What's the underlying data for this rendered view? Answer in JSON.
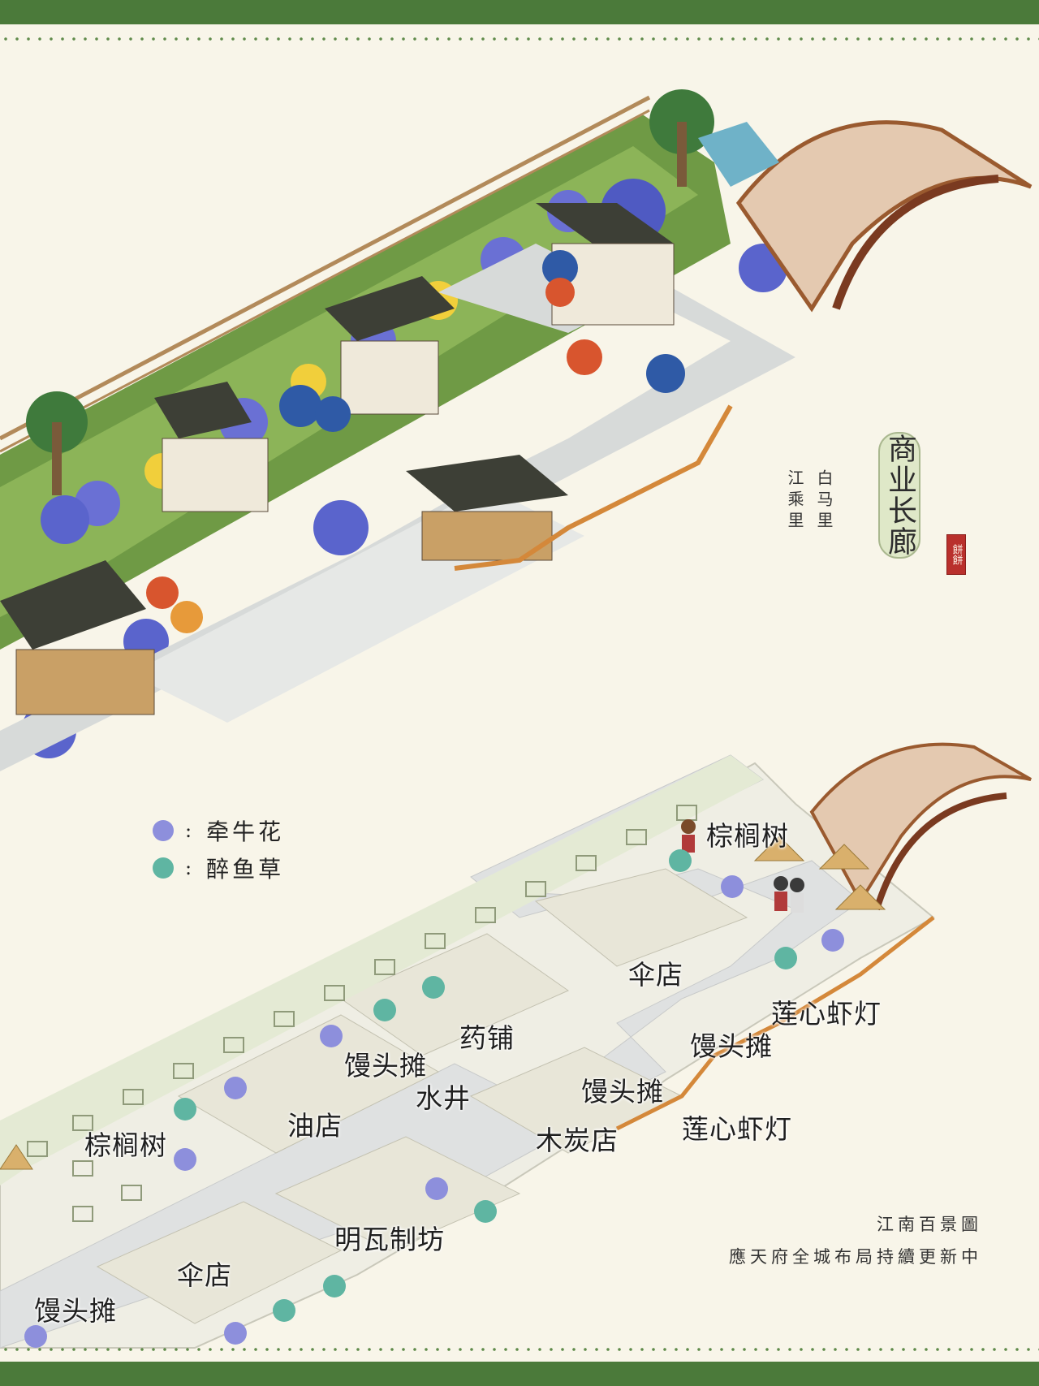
{
  "title": "商业长廊",
  "poem": [
    "白马里",
    "江乘里"
  ],
  "seal": "餅餅",
  "legend": [
    {
      "label": "牵牛花",
      "color": "#8d8fdc"
    },
    {
      "label": "醉鱼草",
      "color": "#5fb5a2"
    }
  ],
  "map_labels": [
    "棕榈树",
    "伞店",
    "莲心虾灯",
    "馒头摊",
    "药铺",
    "馒头摊",
    "水井",
    "馒头摊",
    "油店",
    "莲心虾灯",
    "木炭店",
    "棕榈树",
    "明瓦制坊",
    "伞店",
    "馒头摊"
  ],
  "caption": {
    "line1": "江南百景圖",
    "line2": "應天府全城布局持續更新中"
  },
  "colors": {
    "frame_green": "#4b7a3a",
    "petunia": "#8d8fdc",
    "butterfly_bush": "#5fb5a2",
    "background": "#f8f5e9"
  }
}
